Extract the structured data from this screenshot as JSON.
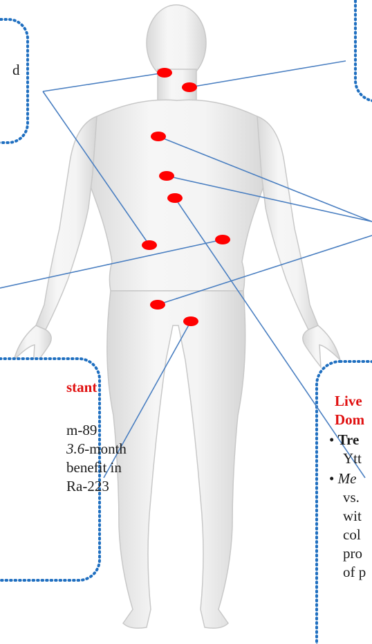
{
  "colors": {
    "dot": "#ff0000",
    "line": "#4a7fc1",
    "box_border": "#1f6fc0",
    "heading": "#e01010"
  },
  "box_top_left": {
    "line1": "d"
  },
  "box_bottom_left": {
    "heading": "stant",
    "line1": "m-89",
    "line2_italic": "3.6",
    "line2_rest": "-month",
    "line3": "benefit in",
    "line4": "Ra-223"
  },
  "box_bottom_right": {
    "heading_line1": "Live",
    "heading_line2": "Dom",
    "bullet1_bold": "Tre",
    "bullet1_line2": "Ytt",
    "bullet2_italic": "Me",
    "line3": "vs.",
    "line4": "wit",
    "line5": "col",
    "line6": "pro",
    "line7": "of p"
  },
  "bullet": "•"
}
